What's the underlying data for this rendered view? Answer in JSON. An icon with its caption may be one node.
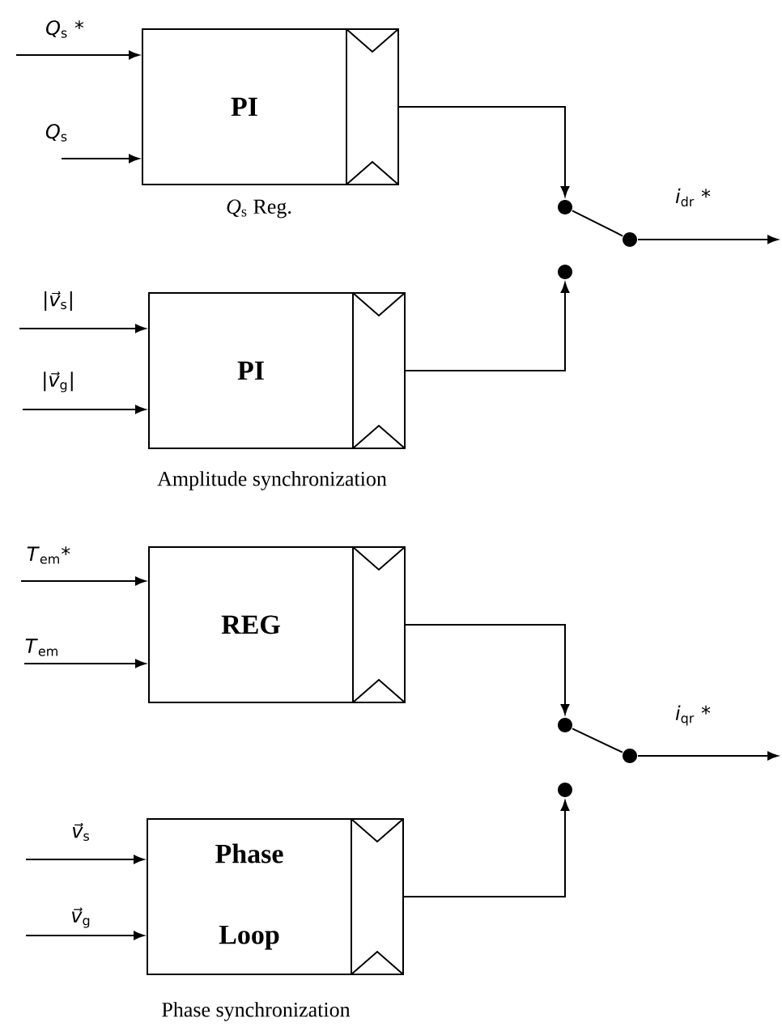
{
  "diagram": {
    "nodes": [
      {
        "text": [
          "PI"
        ],
        "beside": [
          "*Q*$_{s}$ Reg."
        ]
      },
      {
        "text": [
          "PI"
        ],
        "beside": [
          "Amplitude synchronization"
        ]
      },
      {
        "text": [
          "REG"
        ]
      },
      {
        "text": [
          "Phase Loop"
        ],
        "beside": [
          "Phase synchronization"
        ]
      },
      {
        "text": [],
        "shape": "circle"
      },
      {
        "text": [],
        "shape": "circle"
      },
      {
        "text": [],
        "shape": "circle"
      },
      {
        "text": [],
        "shape": "circle"
      },
      {
        "text": [],
        "shape": "circle"
      },
      {
        "text": [],
        "shape": "circle"
      }
    ],
    "edges": [
      {
        "from": null,
        "to": 0,
        "arrow": "to",
        "label": "*Q*$_{s}$ *"
      },
      {
        "from": null,
        "to": 0,
        "arrow": "to",
        "label": "*Q*$_{s}$"
      },
      {
        "from": null,
        "to": 1,
        "arrow": "to",
        "label": "|*v⃗*$_{s}$|"
      },
      {
        "from": null,
        "to": 1,
        "arrow": "to",
        "label": "|*v⃗*$_{g}$|"
      },
      {
        "from": null,
        "to": 2,
        "arrow": "to",
        "label": "*T*$_{em}$*"
      },
      {
        "from": null,
        "to": 2,
        "arrow": "to",
        "label": "*T*$_{em}$"
      },
      {
        "from": null,
        "to": 3,
        "arrow": "to",
        "label": "*v⃗*$_{s}$"
      },
      {
        "from": null,
        "to": 3,
        "arrow": "to",
        "label": "*v⃗*$_{g}$"
      },
      {
        "from": 0,
        "to": 4,
        "arrow": "to"
      },
      {
        "from": 1,
        "to": 5,
        "arrow": "to"
      },
      {
        "from": 4,
        "to": 6,
        "arrow": "none"
      },
      {
        "from": 6,
        "to": null,
        "arrow": "to",
        "label": "*i*$_{dr}$ *"
      },
      {
        "from": 2,
        "to": 7,
        "arrow": "to"
      },
      {
        "from": 3,
        "to": 8,
        "arrow": "to"
      },
      {
        "from": 7,
        "to": 9,
        "arrow": "none"
      },
      {
        "from": 9,
        "to": null,
        "arrow": "to",
        "label": "*i*$_{qr}$ *"
      }
    ]
  }
}
